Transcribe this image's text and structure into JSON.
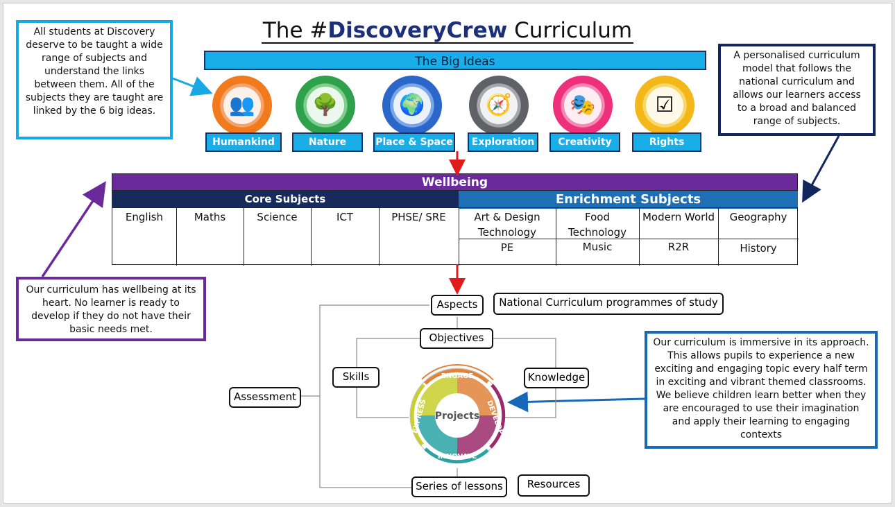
{
  "title": {
    "prefix": "The #",
    "highlight": "DiscoveryCrew",
    "suffix": " Curriculum"
  },
  "big_ideas": {
    "header": "The Big Ideas",
    "items": [
      {
        "label": "Humankind",
        "ring_color": "#f07a1c",
        "inner_color": "#f4a36a",
        "icon": "people-icon",
        "glyph": "👥"
      },
      {
        "label": "Nature",
        "ring_color": "#2fa04c",
        "inner_color": "#7fcf8c",
        "icon": "tree-butterfly-icon",
        "glyph": "🌳"
      },
      {
        "label": "Place & Space",
        "ring_color": "#2b66c9",
        "inner_color": "#79a6e8",
        "icon": "globe-icon",
        "glyph": "🌍"
      },
      {
        "label": "Exploration",
        "ring_color": "#5f6166",
        "inner_color": "#a6a8ad",
        "icon": "explorer-icon",
        "glyph": "🧭"
      },
      {
        "label": "Creativity",
        "ring_color": "#ee2f7c",
        "inner_color": "#f58ab4",
        "icon": "theatre-masks-icon",
        "glyph": "🎭"
      },
      {
        "label": "Rights",
        "ring_color": "#f3b71a",
        "inner_color": "#f8d86a",
        "icon": "checklist-icon",
        "glyph": "☑"
      }
    ]
  },
  "callouts": {
    "top_left": "All students at Discovery deserve to be taught a wide range of subjects and understand the links between them. All of the subjects they are taught are linked by the 6 big ideas.",
    "top_right": "A personalised curriculum model that follows the national curriculum and allows our learners access to a broad and balanced range of subjects.",
    "middle_left": "Our curriculum has wellbeing at its heart. No learner is ready to develop if they do not have their basic needs met.",
    "bottom_right": "Our curriculum is immersive in its approach. This allows pupils to experience a new exciting and engaging topic every half term in exciting and vibrant themed classrooms. We believe children learn better when they are encouraged to use their imagination and apply their learning to engaging contexts"
  },
  "subjects": {
    "wellbeing": "Wellbeing",
    "core_header": "Core Subjects",
    "enrichment_header": "Enrichment Subjects",
    "core": [
      "English",
      "Maths",
      "Science",
      "ICT",
      "PHSE/ SRE"
    ],
    "enrichment_row1": [
      "Art & Design Technology",
      "Food Technology",
      "Modern World",
      "Geography"
    ],
    "enrichment_row2": [
      "PE",
      "Music",
      "R2R",
      "History"
    ]
  },
  "flow": {
    "aspects": "Aspects",
    "national": "National Curriculum programmes of study",
    "objectives": "Objectives",
    "skills": "Skills",
    "knowledge": "Knowledge",
    "assessment": "Assessment",
    "series": "Series of lessons",
    "resources": "Resources"
  },
  "cycle": {
    "center": "Projects",
    "segments": [
      {
        "label": "ENGAGE",
        "color": "#e0833a"
      },
      {
        "label": "DEVELOP",
        "color": "#9a2a6a"
      },
      {
        "label": "INNOVATE",
        "color": "#2aa3a6"
      },
      {
        "label": "EXPRESS",
        "color": "#c8cf2c"
      }
    ]
  },
  "colors": {
    "big_ideas_blue": "#19aee8",
    "navy": "#14265e",
    "wellbeing_purple": "#6b2a9c",
    "arrow_red": "#e01b1b"
  }
}
